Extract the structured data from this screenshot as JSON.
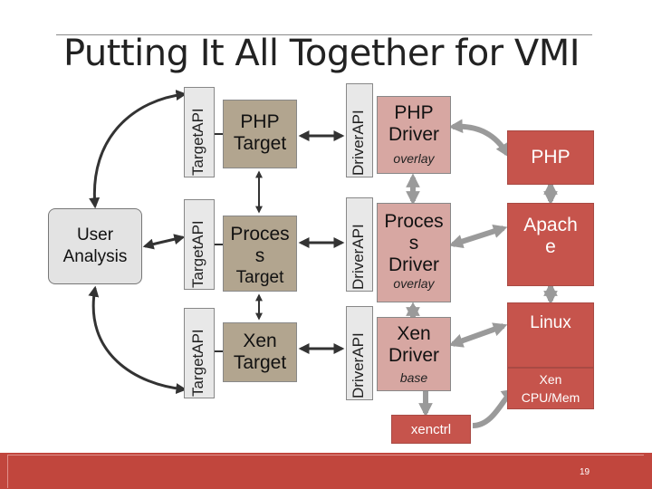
{
  "title": "Putting It All Together for VMI",
  "user_analysis": [
    "User",
    "Analysis"
  ],
  "api": {
    "target": "TargetAPI",
    "driver": "DriverAPI"
  },
  "targets": {
    "php": [
      "PHP",
      "Target"
    ],
    "process": [
      "Proces",
      "s",
      "Target"
    ],
    "xen": [
      "Xen",
      "Target"
    ]
  },
  "drivers": {
    "php": {
      "lines": [
        "PHP",
        "Driver"
      ],
      "sub": "overlay"
    },
    "process": {
      "lines": [
        "Proces",
        "s",
        "Driver"
      ],
      "sub": "overlay"
    },
    "xen": {
      "lines": [
        "Xen",
        "Driver"
      ],
      "sub": "base"
    }
  },
  "stack": {
    "php": "PHP",
    "apache": [
      "Apach",
      "e"
    ],
    "linux": "Linux",
    "xen_hw": [
      "Xen",
      "CPU/Mem"
    ]
  },
  "xenctrl": "xenctrl",
  "page_number": "19",
  "colors": {
    "target_fill": "#b2a58f",
    "driver_fill": "#d7a7a2",
    "stack_red": "#c6544c",
    "footer": "#c1463d",
    "api_bar": "#e8e8e8"
  }
}
